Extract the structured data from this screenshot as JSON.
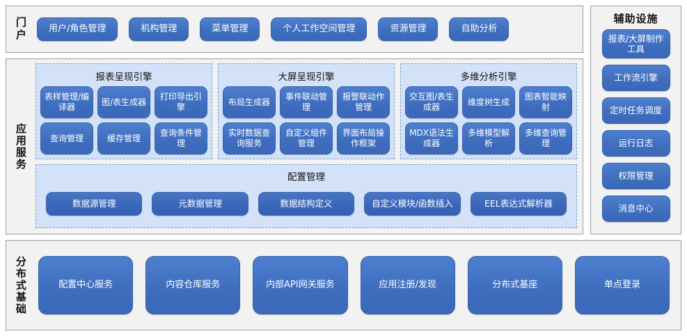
{
  "portal": {
    "label": "门户",
    "items": [
      {
        "label": "用户/角色管理"
      },
      {
        "label": "机构管理"
      },
      {
        "label": "菜单管理"
      },
      {
        "label": "个人工作空间管理"
      },
      {
        "label": "资源管理"
      },
      {
        "label": "自助分析"
      }
    ]
  },
  "aux": {
    "title": "辅助设施",
    "items": [
      {
        "label": "报表/大屏制作工具"
      },
      {
        "label": "工作流引擎"
      },
      {
        "label": "定时任务调度"
      },
      {
        "label": "运行日志"
      },
      {
        "label": "权限管理"
      },
      {
        "label": "消息中心"
      }
    ]
  },
  "app_service": {
    "label": "应用服务",
    "engines": [
      {
        "title": "报表呈现引擎",
        "items": [
          {
            "label": "表样管理/编译器"
          },
          {
            "label": "图/表生成器"
          },
          {
            "label": "打印导出引擎"
          },
          {
            "label": "查询管理"
          },
          {
            "label": "缓存管理"
          },
          {
            "label": "查询条件管理"
          }
        ]
      },
      {
        "title": "大屏呈现引擎",
        "items": [
          {
            "label": "布局生成器"
          },
          {
            "label": "事件联动管理"
          },
          {
            "label": "报警联动作管理"
          },
          {
            "label": "实时数据查询服务"
          },
          {
            "label": "自定义组件管理"
          },
          {
            "label": "界面布局操作框架"
          }
        ]
      },
      {
        "title": "多维分析引擎",
        "items": [
          {
            "label": "交互图/表生成器"
          },
          {
            "label": "维度树生成"
          },
          {
            "label": "图表智能映射"
          },
          {
            "label": "MDX语法生成器"
          },
          {
            "label": "多维模型解析"
          },
          {
            "label": "多维查询管理"
          }
        ]
      }
    ],
    "config": {
      "title": "配置管理",
      "items": [
        {
          "label": "数据源管理"
        },
        {
          "label": "元数据管理"
        },
        {
          "label": "数据结构定义"
        },
        {
          "label": "自定义模块/函数插入"
        },
        {
          "label": "EEL表达式解析器"
        }
      ]
    }
  },
  "base": {
    "label": "分布式基础",
    "items": [
      {
        "label": "配置中心服务"
      },
      {
        "label": "内容仓库服务"
      },
      {
        "label": "内部API网关服务"
      },
      {
        "label": "应用注册/发现"
      },
      {
        "label": "分布式基座"
      },
      {
        "label": "单点登录"
      }
    ]
  },
  "colors": {
    "button_blue": "#3f6ebf",
    "panel_blue": "#d3e2f8",
    "section_gray": "#f2f2f2",
    "border_gray": "#9a9a9a",
    "dashed_border": "#7f9fd0"
  }
}
